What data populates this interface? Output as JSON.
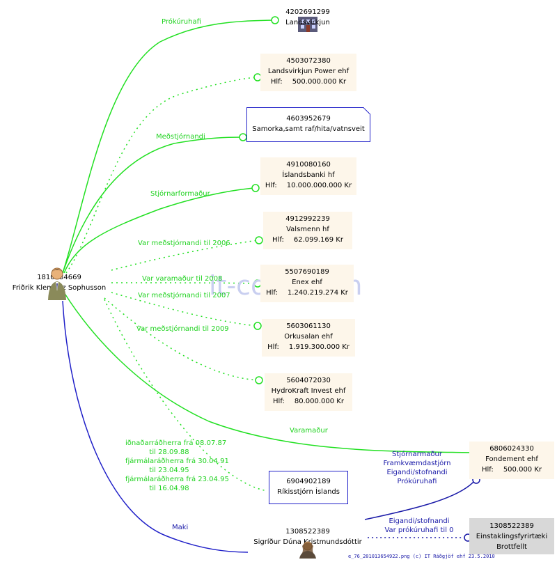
{
  "watermark": "it-cons.com",
  "footer": "e_76_201013654922.png (c) IT Ráðgjöf ehf 23.5.2010",
  "center_person": {
    "id": "1810434669",
    "name": "Friðrik Klemenz Sophusson",
    "icon": "person-icon"
  },
  "companies": [
    {
      "id": "4202691299",
      "name": "Landsvirkjun",
      "hlf": "",
      "icon": "building-icon"
    },
    {
      "id": "4503072380",
      "name": "Landsvirkjun Power ehf",
      "hlf_label": "Hlf:",
      "hlf": "500.000.000 Kr",
      "icon": "ehf-icon"
    },
    {
      "id": "4603952679",
      "name": "Samorka,samt raf/hita/vatnsveit",
      "icon": "note-icon"
    },
    {
      "id": "4910080160",
      "name": "Íslandsbanki hf",
      "hlf_label": "Hlf:",
      "hlf": "10.000.000.000 Kr",
      "icon": "hf-icon"
    },
    {
      "id": "4912992239",
      "name": "Valsmenn hf",
      "hlf_label": "Hlf:",
      "hlf": "62.099.169 Kr",
      "icon": "hf-icon"
    },
    {
      "id": "5507690189",
      "name": "Enex ehf",
      "hlf_label": "Hlf:",
      "hlf": "1.240.219.274 Kr",
      "icon": "ehf-icon"
    },
    {
      "id": "5603061130",
      "name": "Orkusalan ehf",
      "hlf_label": "Hlf:",
      "hlf": "1.919.300.000 Kr",
      "icon": "ehf-icon"
    },
    {
      "id": "5604072030",
      "name": "HydroKraft Invest ehf",
      "hlf_label": "Hlf:",
      "hlf": "80.000.000 Kr",
      "icon": "ehf-icon"
    },
    {
      "id": "6806024330",
      "name": "Fondement ehf",
      "hlf_label": "Hlf:",
      "hlf": "500.000 Kr",
      "icon": "ehf-icon"
    },
    {
      "id": "6904902189",
      "name": "Ríkisstjórn Íslands",
      "icon": "government-icon"
    },
    {
      "id": "1308522389",
      "name": "Einstaklingsfyrirtæki",
      "extra": "Brottfellt",
      "icon": "sole-proprietor-icon"
    }
  ],
  "spouse": {
    "id": "1308522389",
    "name": "Sigríður Dúna Kristmundsdóttir",
    "icon": "person-icon"
  },
  "edge_labels": {
    "prokuruhafi": "Prókúruhafi",
    "medstjornandi": "Meðstjórnandi",
    "stjornarformadur": "Stjórnarformaður",
    "var_med_2006": "Var meðstjórnandi til 2006",
    "var_vara_2008": "Var varamaður til 2008",
    "var_med_2007": "Var meðstjórnandi til 2007",
    "var_med_2009": "Var meðstjórnandi til 2009",
    "varamadur": "Varamaður",
    "rikis_lines": [
      "iðnaðarráðherra frá 08.07.87",
      "til 28.09.88",
      "fjármálaráðherra frá 30.04.91",
      "til 23.04.95",
      "fjármálaráðherra frá 23.04.95",
      "til 16.04.98"
    ],
    "maki": "Maki",
    "fondement_lines": [
      "Stjórnarmaður",
      "Framkvæmdastjórn",
      "Eigandi/stofnandi",
      "Prókúruhafi"
    ],
    "einst_lines": [
      "Eigandi/stofnandi",
      "Var prókúruhafi til 0"
    ]
  },
  "colors": {
    "current_edge": "#22e022",
    "family_edge": "#1f1fc8",
    "company_bg": "#fdf6ea",
    "watermark": "#c9cff0"
  }
}
